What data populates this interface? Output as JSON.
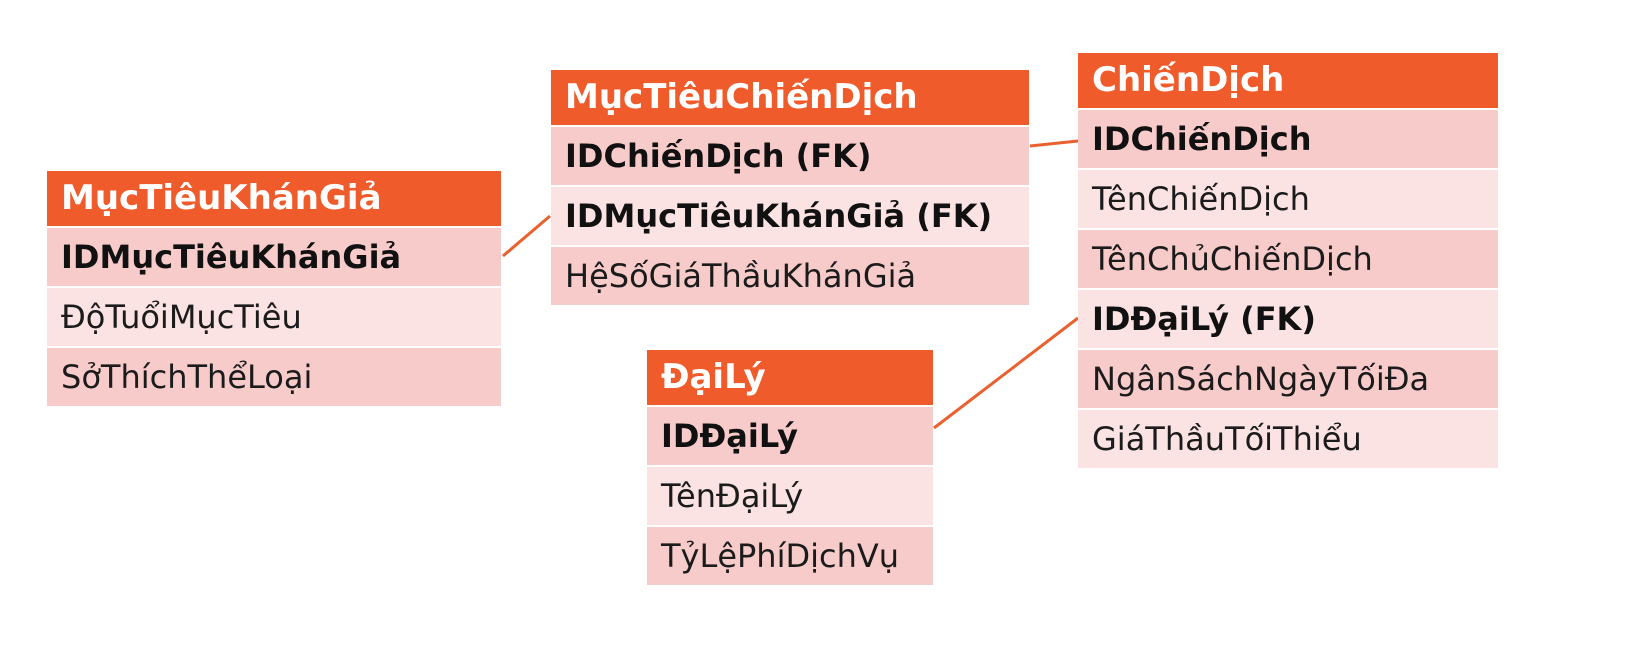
{
  "colors": {
    "header": "#ef5b2a",
    "row_dark": "#f8cbcb",
    "row_light": "#fbe3e3",
    "connector": "#e8612f"
  },
  "entities": {
    "muc_tieu_khan_gia": {
      "title": "MụcTiêuKhánGiả",
      "fields": [
        "IDMụcTiêuKhánGiả",
        "ĐộTuổiMụcTiêu",
        "SởThíchThểLoại"
      ]
    },
    "muc_tieu_chien_dich": {
      "title": "MụcTiêuChiếnDịch",
      "fields": [
        "IDChiếnDịch (FK)",
        "IDMụcTiêuKhánGiả (FK)",
        "HệSốGiáThầuKhánGiả"
      ]
    },
    "chien_dich": {
      "title": "ChiếnDịch",
      "fields": [
        "IDChiếnDịch",
        "TênChiếnDịch",
        "TênChủChiếnDịch",
        "IDĐạiLý (FK)",
        "NgânSáchNgàyTốiĐa",
        "GiáThầuTốiThiểu"
      ]
    },
    "dai_ly": {
      "title": "ĐạiLý",
      "fields": [
        "IDĐạiLý",
        "TênĐạiLý",
        "TỷLệPhíDịchVụ"
      ]
    }
  }
}
